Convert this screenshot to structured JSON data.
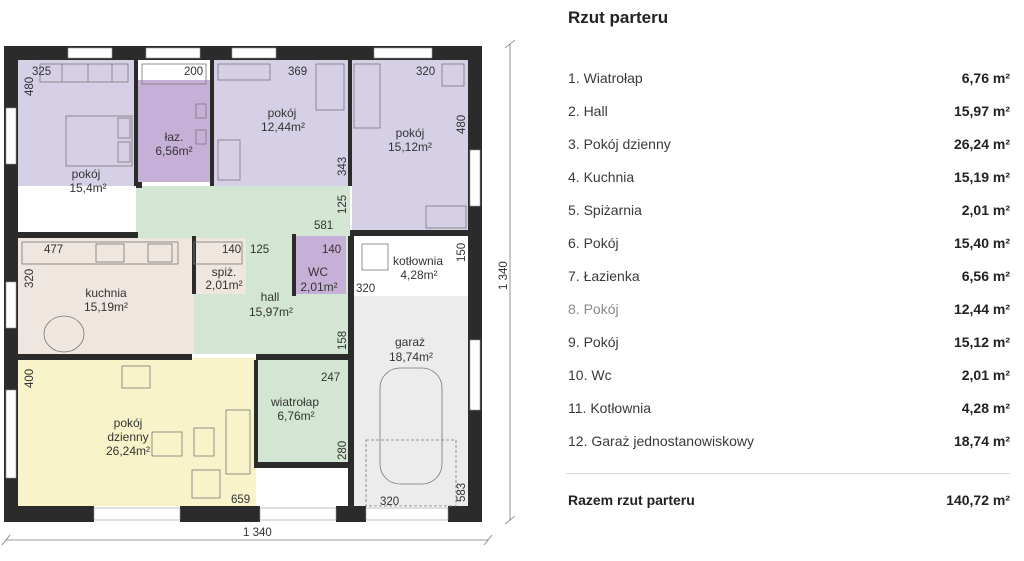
{
  "panel": {
    "title": "Rzut parteru",
    "rooms": [
      {
        "label": "1. Wiatrołap",
        "area": "6,76 m²"
      },
      {
        "label": "2. Hall",
        "area": "15,97 m²"
      },
      {
        "label": "3. Pokój dzienny",
        "area": "26,24 m²"
      },
      {
        "label": "4. Kuchnia",
        "area": "15,19 m²"
      },
      {
        "label": "5. Spiżarnia",
        "area": "2,01 m²"
      },
      {
        "label": "6. Pokój",
        "area": "15,40 m²"
      },
      {
        "label": "7. Łazienka",
        "area": "6,56 m²"
      },
      {
        "label": "8. Pokój",
        "area": "12,44 m²"
      },
      {
        "label": "9. Pokój",
        "area": "15,12 m²"
      },
      {
        "label": "10. Wc",
        "area": "2,01 m²"
      },
      {
        "label": "11. Kotłownia",
        "area": "4,28 m²"
      },
      {
        "label": "12. Garaż jednostanowiskowy",
        "area": "18,74 m²"
      }
    ],
    "total": {
      "label": "Razem rzut parteru",
      "area": "140,72 m²"
    }
  },
  "plan": {
    "rooms": {
      "pokoj_nw": {
        "name": "pokój",
        "area": "15,4m²"
      },
      "lazienka": {
        "name": "łaz.",
        "area": "6,56m²"
      },
      "pokoj_n": {
        "name": "pokój",
        "area": "12,44m²"
      },
      "pokoj_ne": {
        "name": "pokój",
        "area": "15,12m²"
      },
      "kuchnia": {
        "name": "kuchnia",
        "area": "15,19m²"
      },
      "spizarnia": {
        "name": "spiż.",
        "area": "2,01m²"
      },
      "hall": {
        "name": "hall",
        "area": "15,97m²"
      },
      "wc": {
        "name": "WC",
        "area": "2,01m²"
      },
      "kotlownia": {
        "name": "kotłownia",
        "area": "4,28m²"
      },
      "garaz": {
        "name": "garaż",
        "area": "18,74m²"
      },
      "pokoj_dzienny": {
        "name1": "pokój",
        "name2": "dzienny",
        "area": "26,24m²"
      },
      "wiatrolap": {
        "name": "wiatrołap",
        "area": "6,76m²"
      }
    },
    "dims": {
      "d325": "325",
      "d480a": "480",
      "d200": "200",
      "d369": "369",
      "d320a": "320",
      "d480b": "480",
      "d343": "343",
      "d581": "581",
      "d125a": "125",
      "d477": "477",
      "d140a": "140",
      "d125b": "125",
      "d140b": "140",
      "d150": "150",
      "d320b": "320",
      "d320c": "320",
      "d158": "158",
      "d400": "400",
      "d247": "247",
      "d280": "280",
      "d659": "659",
      "d320d": "320",
      "d583": "583",
      "overall_w": "1 340",
      "overall_h": "1 340"
    },
    "colors": {
      "bedroom": "#d6d0e6",
      "bathroom": "#c7b0d8",
      "hall": "#d3e6d3",
      "kitchen": "#efe6df",
      "living": "#f8f3c8",
      "garage": "#ececec",
      "boiler": "#ffffff",
      "wall": "#2b2b2b"
    }
  }
}
